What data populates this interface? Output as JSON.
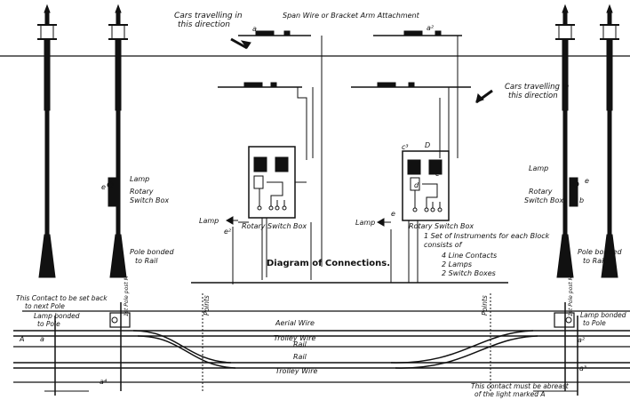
{
  "diagram": {
    "title": "Diagram of Connections.",
    "labels": {
      "cars_left_1": "Cars travelling in",
      "cars_left_2": "this direction",
      "span_wire": "Span Wire or Bracket Arm Attachment",
      "cars_right_1": "Cars travelling in",
      "cars_right_2": "this direction",
      "lamp_left": "Lamp",
      "rotary_left_1": "Rotary",
      "rotary_left_2": "Switch Box",
      "pole_bonded_left_1": "Pole bonded",
      "pole_bonded_left_2": "to Rail",
      "lamp_right": "Lamp",
      "rotary_right_1": "Rotary",
      "rotary_right_2": "Switch Box",
      "pole_bonded_right_1": "Pole bonded",
      "pole_bonded_right_2": "to Rail",
      "lamp_center_left": "Lamp",
      "lamp_center_right": "Lamp",
      "rsb_center_left": "Rotary Switch Box",
      "rsb_center_right": "Rotary Switch Box",
      "set_note_1": "1 Set of Instruments for each Block",
      "set_note_2": "consists of",
      "set_note_3": "4 Line Contacts",
      "set_note_4": "2 Lamps",
      "set_note_5": "2 Switch Boxes",
      "contact_back_1": "This Contact to be set back",
      "contact_back_2": "to next Pole",
      "lamp_bonded_left_1": "Lamp bonded",
      "lamp_bonded_left_2": "to Pole",
      "lamp_bonded_right_1": "Lamp bonded",
      "lamp_bonded_right_2": "to Pole",
      "first_pole_left": "1st Pole post M",
      "first_pole_right": "1st Pole post M",
      "points_left": "Points",
      "points_right": "Points",
      "aerial_wire": "Aerial Wire",
      "trolley_wire_top": "Trolley Wire",
      "rail_top": "Rail",
      "rail_bottom": "Rail",
      "trolley_wire_bottom": "Trolley Wire",
      "contact_abreast_1": "This contact must be abreast",
      "contact_abreast_2": "of the light marked A"
    },
    "letters": {
      "a": "a",
      "a2": "a²",
      "e": "e",
      "e2": "e²",
      "e_center": "e",
      "b": "b",
      "c3": "c³",
      "D": "D",
      "c": "c",
      "d": "d",
      "A_left": "A",
      "a_left_track": "a",
      "a4": "a⁴",
      "a2_track": "a²",
      "a3": "a³"
    }
  }
}
